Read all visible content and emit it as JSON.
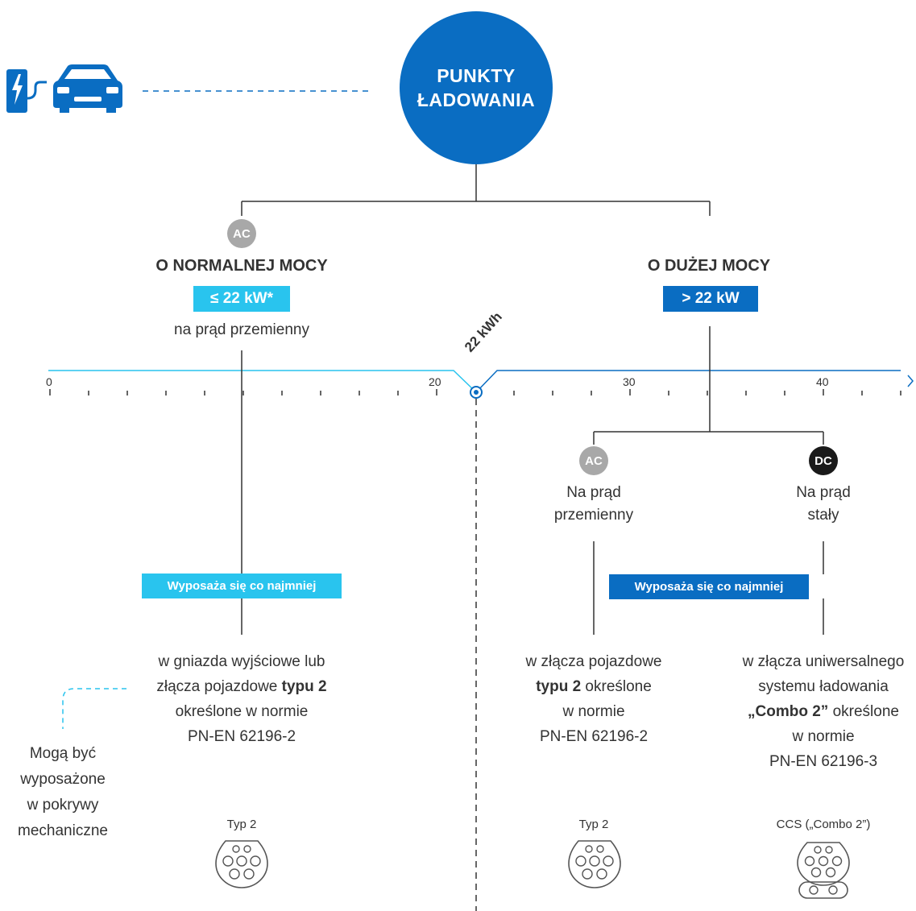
{
  "root": {
    "title_line1": "PUNKTY",
    "title_line2": "ŁADOWANIA"
  },
  "left_branch": {
    "badge": "AC",
    "heading": "O NORMALNEJ MOCY",
    "power": "≤ 22 kW*",
    "subtitle": "na prąd przemienny",
    "equip_label": "Wyposaża się co najmniej",
    "desc_line1": "w gniazda wyjściowe lub",
    "desc_line2_a": "złącza pojazdowe ",
    "desc_line2_b": "typu 2",
    "desc_line3": "określone w normie",
    "desc_line4": "PN-EN 62196-2",
    "connector_label": "Typ 2"
  },
  "side_note": {
    "line1": "Mogą być",
    "line2": "wyposażone",
    "line3": "w pokrywy",
    "line4": "mechaniczne"
  },
  "right_branch": {
    "heading": "O DUŻEJ MOCY",
    "power": "> 22 kW",
    "equip_label": "Wyposaża się co najmniej",
    "ac": {
      "badge": "AC",
      "title_line1": "Na prąd",
      "title_line2": "przemienny",
      "desc_line1": "w złącza pojazdowe",
      "desc_line2_a": "typu 2",
      "desc_line2_b": " określone",
      "desc_line3": "w normie",
      "desc_line4": "PN-EN 62196-2",
      "connector_label": "Typ 2"
    },
    "dc": {
      "badge": "DC",
      "title_line1": "Na prąd",
      "title_line2": "stały",
      "desc_line1": "w złącza uniwersalnego",
      "desc_line2": "systemu ładowania",
      "desc_line3_a": "„Combo 2”",
      "desc_line3_b": " określone",
      "desc_line4": "w normie",
      "desc_line5": "PN-EN 62196-3",
      "connector_label": "CCS („Combo 2”)"
    }
  },
  "axis": {
    "tick_labels": [
      "0",
      "20",
      "30",
      "40"
    ],
    "threshold_label": "22 kWh"
  },
  "colors": {
    "primary_blue": "#0A6DC2",
    "light_blue": "#29C4EE",
    "gray_badge": "#A8A8A8",
    "dark_badge": "#1A1A1A"
  }
}
